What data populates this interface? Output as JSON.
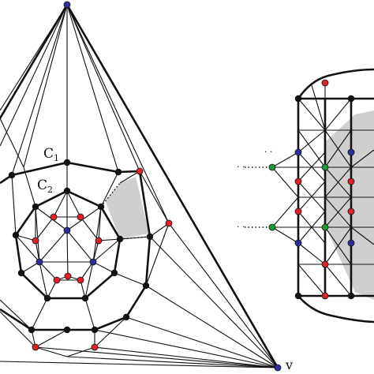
{
  "labels": {
    "c1_main": "C",
    "c1_sub": "1",
    "c2_main": "C",
    "c2_sub": "2",
    "vertex_v": "v",
    "dots_a": "· ·",
    "dots_b": "· ·",
    "dots_c": "· ·"
  },
  "colors": {
    "edge": "#111111",
    "black_vertex": "#111111",
    "red_vertex": "#e0202a",
    "blue_vertex": "#2b2f9a",
    "green_vertex": "#1a9a3a",
    "shaded_face": "#cfcfcf",
    "background": "#ffffff"
  }
}
